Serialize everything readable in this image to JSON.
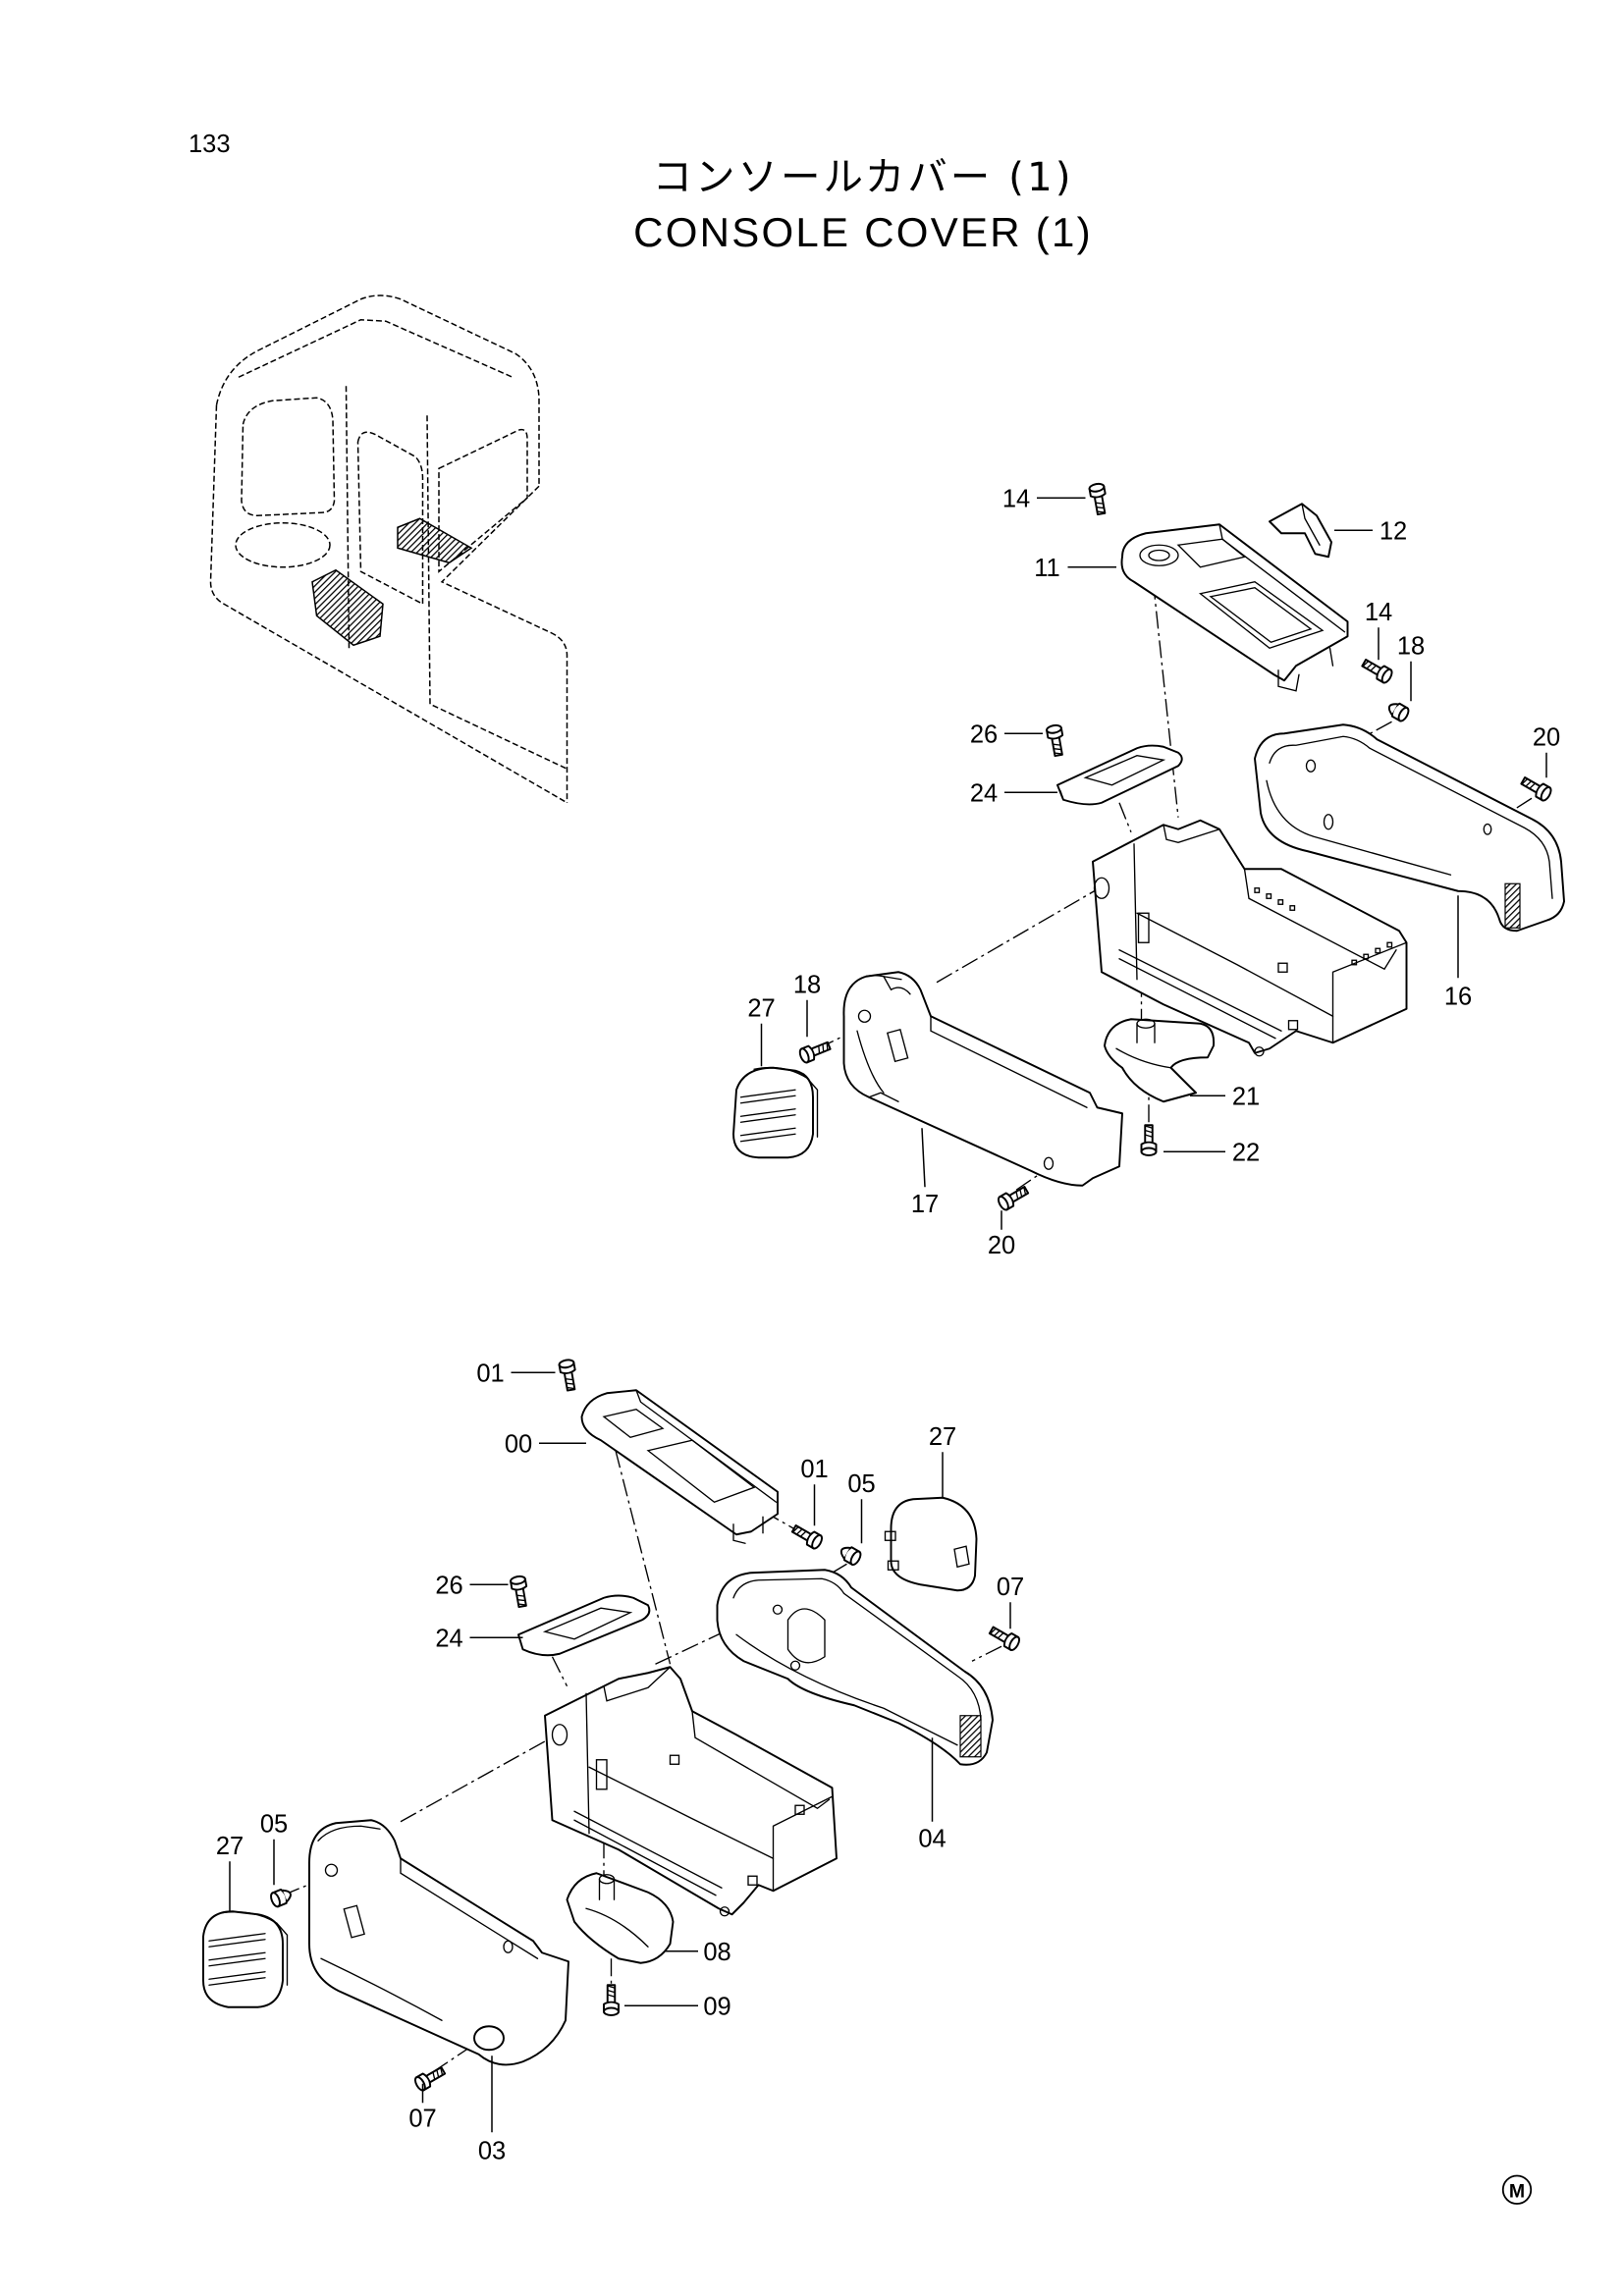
{
  "page": {
    "number": "133",
    "title_jp": "コンソールカバー (1)",
    "title_en": "CONSOLE COVER (1)",
    "mark": "M"
  },
  "upper_assembly": {
    "callouts": [
      "14",
      "12",
      "11",
      "14",
      "18",
      "26",
      "20",
      "24",
      "16",
      "18",
      "27",
      "21",
      "22",
      "17",
      "20"
    ]
  },
  "lower_assembly": {
    "callouts": [
      "01",
      "00",
      "27",
      "01",
      "05",
      "26",
      "07",
      "24",
      "04",
      "27",
      "05",
      "08",
      "09",
      "07",
      "03"
    ]
  }
}
